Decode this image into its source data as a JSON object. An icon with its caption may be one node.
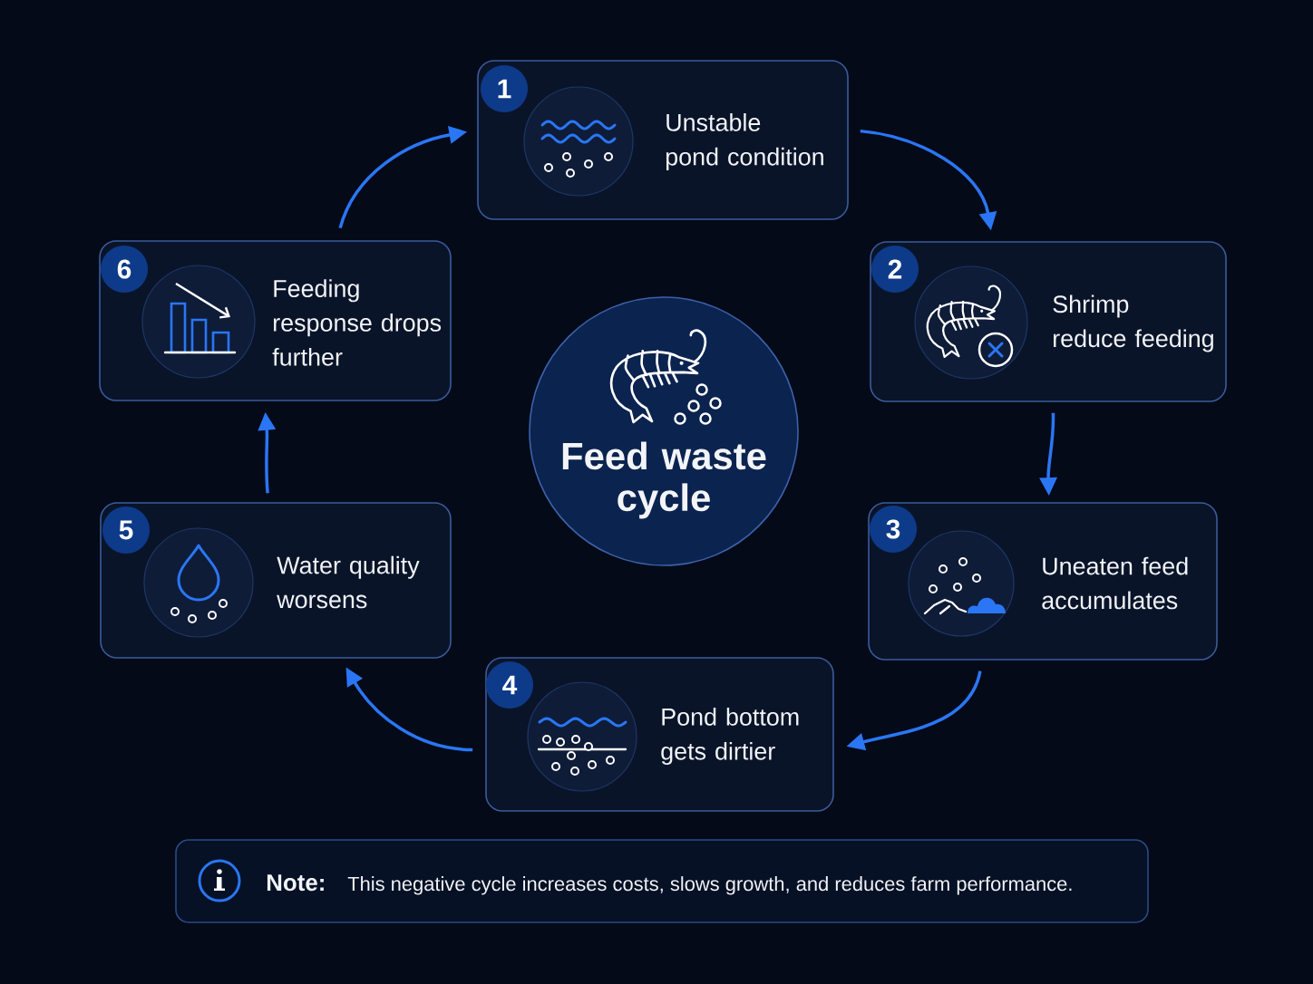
{
  "diagram": {
    "nodes": [
      {
        "text": [
          "1",
          "Unstable pond condition"
        ]
      },
      {
        "text": [
          "2",
          "Shrimp reduce feeding"
        ]
      },
      {
        "text": [
          "3",
          "Uneaten feed accumulates"
        ]
      },
      {
        "text": [
          "4",
          "Pond bottom gets dirtier"
        ]
      },
      {
        "text": [
          "5",
          "Water quality worsens"
        ]
      },
      {
        "text": [
          "6",
          "Feeding response drops further"
        ]
      },
      {
        "text": [
          "Feed waste cycle"
        ]
      },
      {
        "text": [
          "Note:",
          "This negative cycle increases costs, slows growth, and reduces farm performance."
        ]
      }
    ],
    "edges": [
      {
        "from": 0,
        "to": 1,
        "arrow": "to"
      },
      {
        "from": 1,
        "to": 2,
        "arrow": "to"
      },
      {
        "from": 2,
        "to": 3,
        "arrow": "to"
      },
      {
        "from": 3,
        "to": 4,
        "arrow": "to"
      },
      {
        "from": 4,
        "to": 5,
        "arrow": "to"
      },
      {
        "from": 5,
        "to": 0,
        "arrow": "to"
      }
    ]
  }
}
